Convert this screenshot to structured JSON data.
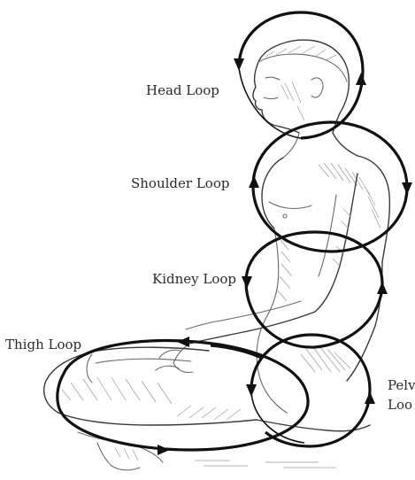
{
  "loops": [
    {
      "id": "head",
      "label": "Head Loop"
    },
    {
      "id": "shoulder",
      "label": "Shoulder Loop"
    },
    {
      "id": "kidney",
      "label": "Kidney Loop"
    },
    {
      "id": "thigh",
      "label": "Thigh Loop"
    },
    {
      "id": "pelvis",
      "label_line1": "Pelv",
      "label_line2": "Loo"
    }
  ],
  "colors": {
    "loop_stroke": "#111111",
    "sketch_stroke": "#6a6a6a",
    "label_text": "#2b2b2b",
    "background": "#ffffff"
  }
}
